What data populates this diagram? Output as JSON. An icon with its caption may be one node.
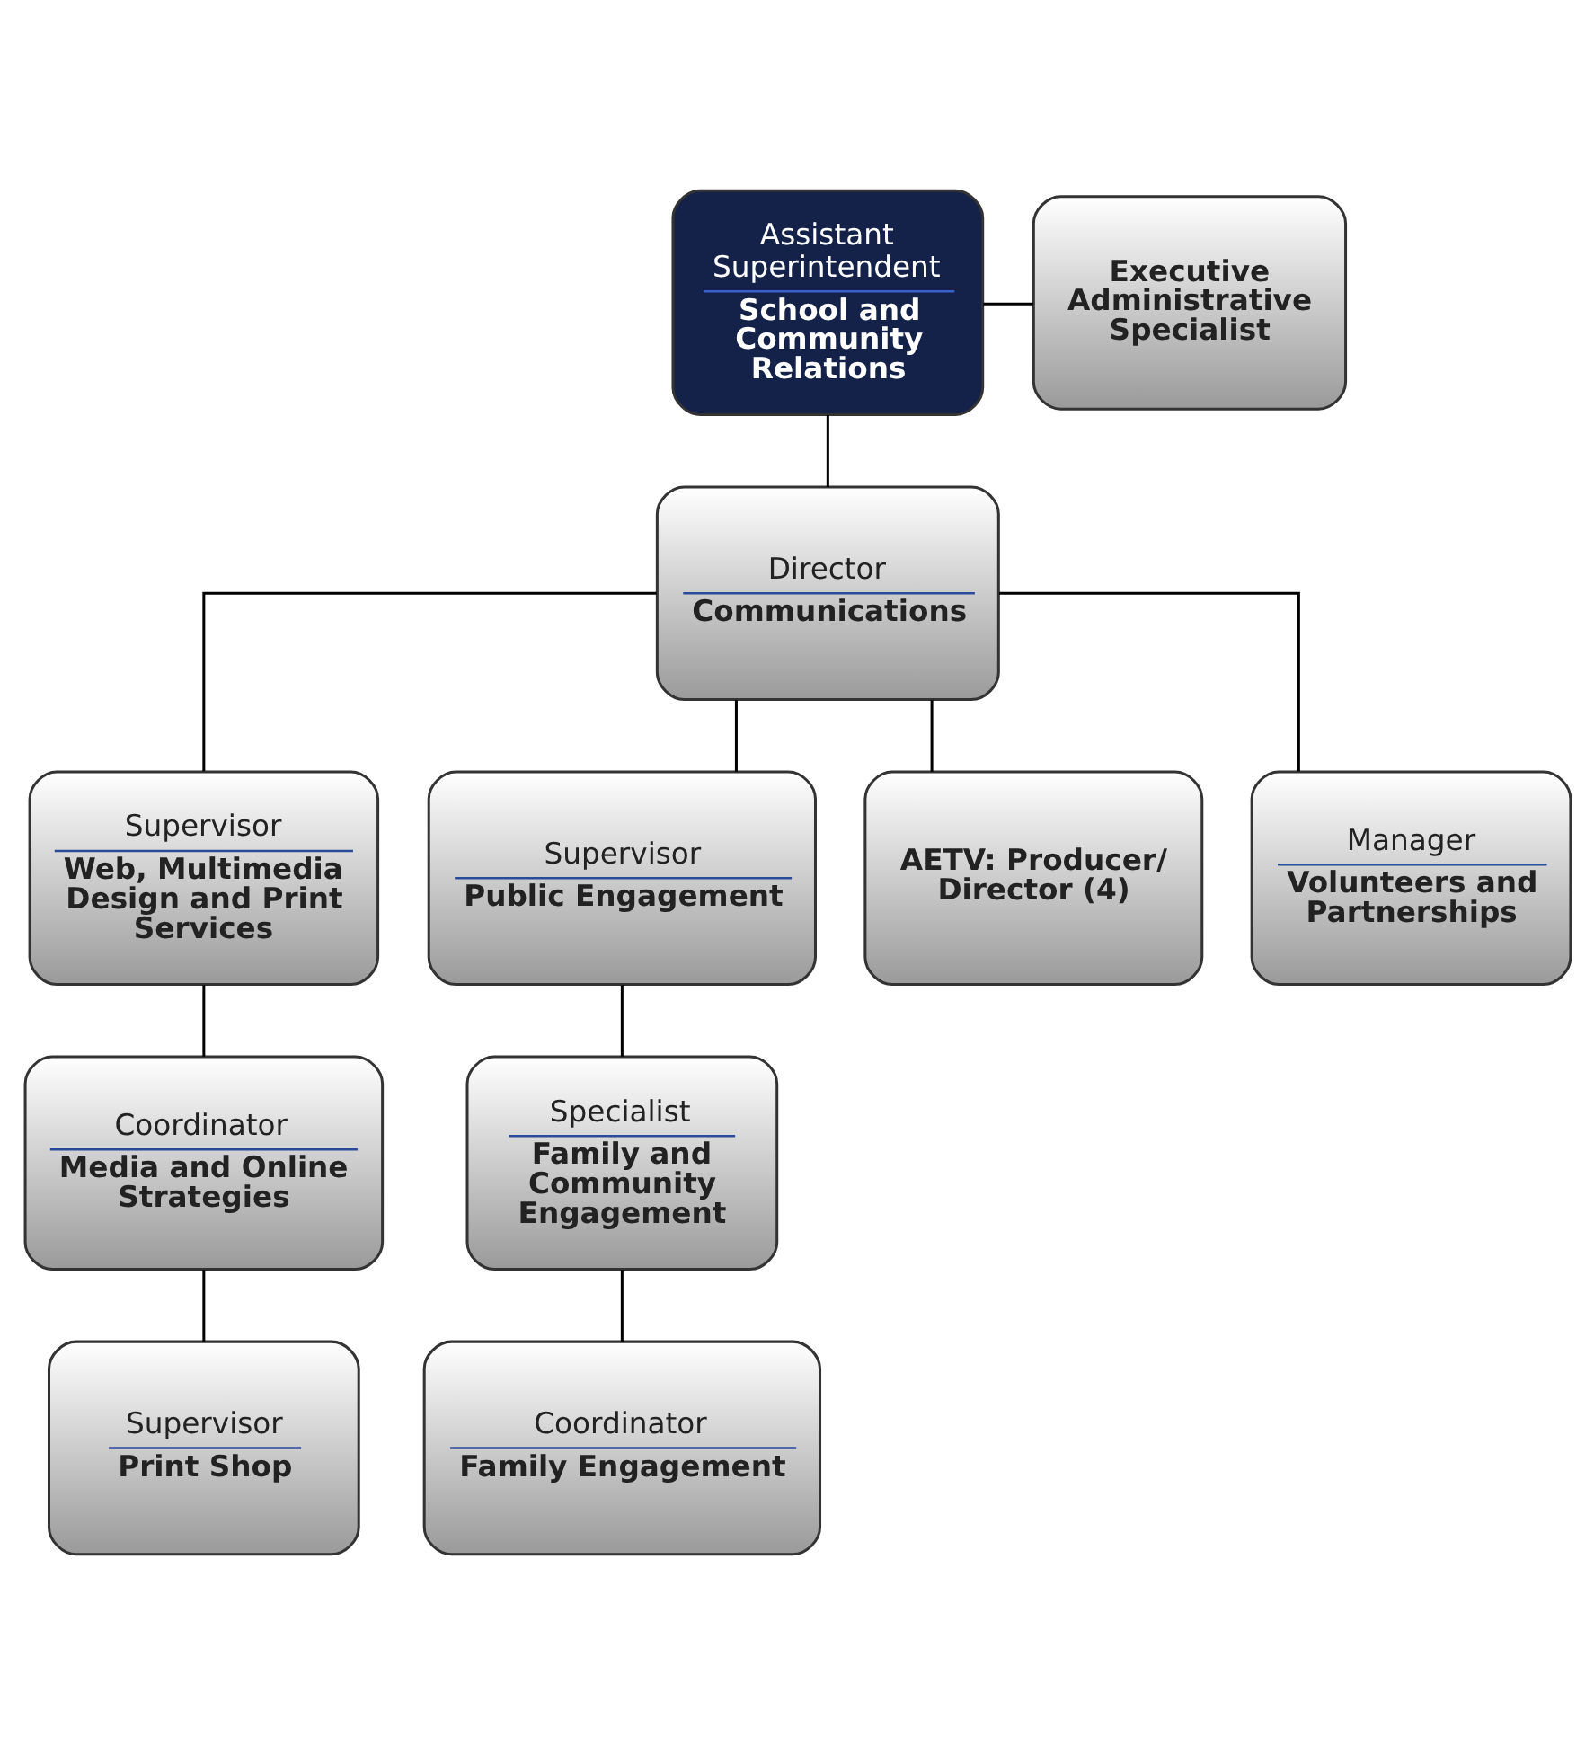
{
  "diagram": {
    "nodes": [
      {
        "text": [
          "Assistant Superintendent",
          "School and Community Relations"
        ]
      },
      {
        "text": [
          "Executive Administrative Specialist"
        ]
      },
      {
        "text": [
          "Director",
          "Communications"
        ]
      },
      {
        "text": [
          "Supervisor",
          "Web, Multimedia Design and Print Services"
        ]
      },
      {
        "text": [
          "Supervisor",
          "Public Engagement"
        ]
      },
      {
        "text": [
          "AETV: Producer/ Director (4)"
        ]
      },
      {
        "text": [
          "Manager",
          "Volunteers and Partnerships"
        ]
      },
      {
        "text": [
          "Coordinator",
          "Media and Online Strategies"
        ]
      },
      {
        "text": [
          "Specialist",
          "Family and Community Engagement"
        ]
      },
      {
        "text": [
          "Supervisor",
          "Print Shop"
        ]
      },
      {
        "text": [
          "Coordinator",
          "Family Engagement"
        ]
      }
    ],
    "edges": [
      {
        "from": 0,
        "to": 1,
        "arrow": "none"
      },
      {
        "from": 0,
        "to": 2,
        "arrow": "none"
      },
      {
        "from": 2,
        "to": 3,
        "arrow": "none"
      },
      {
        "from": 2,
        "to": 4,
        "arrow": "none"
      },
      {
        "from": 2,
        "to": 5,
        "arrow": "none"
      },
      {
        "from": 2,
        "to": 6,
        "arrow": "none"
      },
      {
        "from": 3,
        "to": 7,
        "arrow": "none"
      },
      {
        "from": 7,
        "to": 9,
        "arrow": "none"
      },
      {
        "from": 4,
        "to": 8,
        "arrow": "none"
      },
      {
        "from": 8,
        "to": 10,
        "arrow": "none"
      }
    ]
  }
}
